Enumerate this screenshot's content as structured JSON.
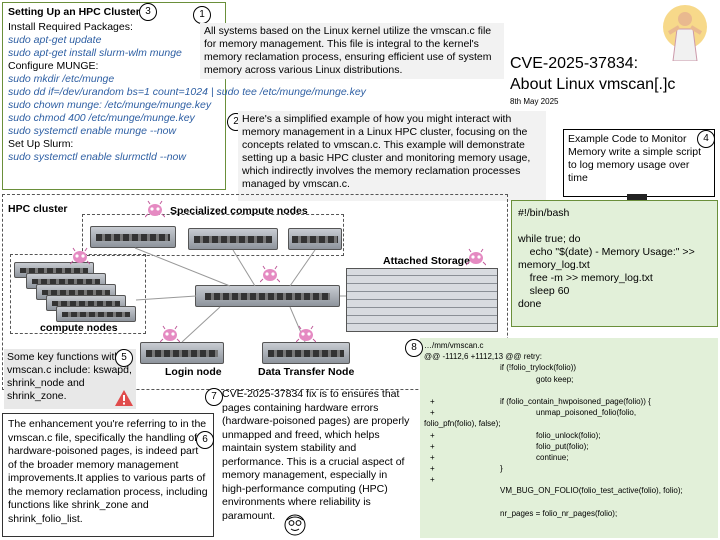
{
  "colors": {
    "green_bg": "#e2f0d9",
    "gray_bg": "#f2f2f2",
    "code_blue": "#2e5fa3",
    "dashed_border": "#555555"
  },
  "setup": {
    "number": "3",
    "title": "Setting Up an HPC Cluster",
    "lines": [
      {
        "text": "Install Required Packages:",
        "code": false
      },
      {
        "text": "sudo apt-get update",
        "code": true
      },
      {
        "text": "sudo apt-get install slurm-wlm munge",
        "code": true
      },
      {
        "text": "Configure MUNGE:",
        "code": false
      },
      {
        "text": "sudo mkdir /etc/munge",
        "code": true
      },
      {
        "text": "sudo dd if=/dev/urandom bs=1 count=1024 | sudo tee /etc/munge/munge.key",
        "code": true
      },
      {
        "text": "sudo chown munge: /etc/munge/munge.key",
        "code": true
      },
      {
        "text": "sudo chmod 400 /etc/munge/munge.key",
        "code": true
      },
      {
        "text": "sudo systemctl enable munge --now",
        "code": true
      },
      {
        "text": "Set Up Slurm:",
        "code": false
      },
      {
        "text": "sudo systemctl enable slurmctld --now",
        "code": true
      }
    ]
  },
  "note1": {
    "number": "1",
    "text": "All systems based on the Linux kernel utilize the vmscan.c file for memory management. This file is integral to the kernel's memory reclamation process, ensuring efficient use of system memory across various Linux distributions."
  },
  "title": {
    "line1": "CVE-2025-37834:",
    "line2": "About Linux vmscan[.]c",
    "date": "8th May 2025"
  },
  "note2": {
    "number": "2",
    "text": "Here's a simplified example of how you might interact with memory management in a Linux HPC cluster, focusing on the concepts related to vmscan.c. This example will demonstrate setting up a basic HPC cluster and monitoring memory usage, which indirectly involves the memory reclamation processes managed by vmscan.c."
  },
  "note4": {
    "number": "4",
    "text": "Example Code to Monitor Memory write a simple script to log memory usage over time"
  },
  "script": {
    "lines": [
      "#!/bin/bash",
      "",
      "while true; do",
      "    echo \"$(date) - Memory Usage:\" >>",
      "memory_log.txt",
      "    free -m >> memory_log.txt",
      "    sleep 60",
      "done"
    ]
  },
  "diagram": {
    "hpc_cluster": "HPC cluster",
    "specialized": "Specialized compute nodes",
    "attached": "Attached Storage",
    "compute": "compute nodes",
    "login": "Login node",
    "transfer": "Data Transfer Node"
  },
  "note5": {
    "number": "5",
    "text": "Some key functions within vmscan.c include: kswapd, shrink_node and shrink_zone."
  },
  "note6": {
    "number": "6",
    "text": "The enhancement you're referring to in the vmscan.c file, specifically the handling of hardware-poisoned pages, is indeed part of the broader memory management improvements.It applies to various parts of the memory reclamation process, including functions like shrink_zone and shrink_folio_list."
  },
  "note7": {
    "number": "7",
    "text": "CVE-2025-37834 fix is to ensures that pages containing hardware errors (hardware-poisoned pages) are properly unmapped and freed, which helps maintain system stability and performance. This is a crucial aspect of memory management, especially in high-performance computing (HPC) environments where reliability is paramount."
  },
  "patch": {
    "number": "8",
    "lines": [
      {
        "m": "",
        "t": "…/mm/vmscan.c",
        "i": 0
      },
      {
        "m": "",
        "t": "@@ -1112,6 +1112,13 @@ retry:",
        "i": 0
      },
      {
        "m": "",
        "t": "if (!folio_trylock(folio))",
        "i": 1
      },
      {
        "m": "",
        "t": "goto keep;",
        "i": 2
      },
      {
        "m": "",
        "t": "",
        "i": 0
      },
      {
        "m": "+",
        "t": "if (folio_contain_hwpoisoned_page(folio)) {",
        "i": 1
      },
      {
        "m": "+",
        "t": "unmap_poisoned_folio(folio,",
        "i": 2
      },
      {
        "m": "",
        "t": "folio_pfn(folio), false);",
        "i": 0
      },
      {
        "m": "+",
        "t": "folio_unlock(folio);",
        "i": 2
      },
      {
        "m": "+",
        "t": "folio_put(folio);",
        "i": 2
      },
      {
        "m": "+",
        "t": "continue;",
        "i": 2
      },
      {
        "m": "+",
        "t": "}",
        "i": 1
      },
      {
        "m": "+",
        "t": "",
        "i": 0
      },
      {
        "m": "",
        "t": "VM_BUG_ON_FOLIO(folio_test_active(folio), folio);",
        "i": 1
      },
      {
        "m": "",
        "t": "",
        "i": 0
      },
      {
        "m": "",
        "t": "nr_pages = folio_nr_pages(folio);",
        "i": 1
      }
    ]
  }
}
